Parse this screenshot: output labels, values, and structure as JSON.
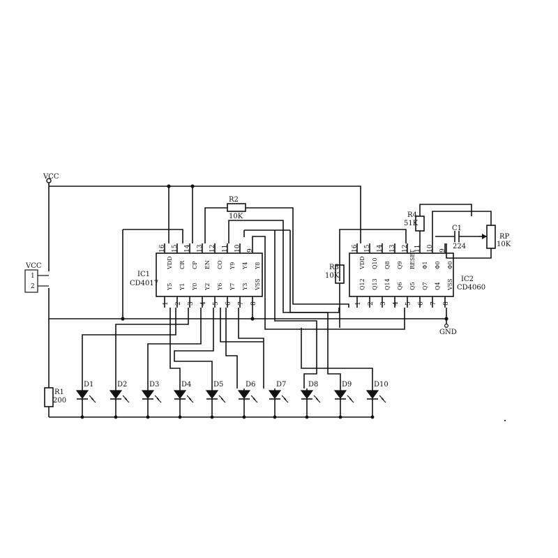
{
  "supply": {
    "vcc_top": "VCC",
    "connector": "VCC",
    "connector_pin1": "1",
    "connector_pin2": "2",
    "gnd": "GND"
  },
  "resistors": {
    "r1": {
      "name": "R1",
      "value": "200"
    },
    "r2": {
      "name": "R2",
      "value": "10K"
    },
    "r3": {
      "name": "R3",
      "value": "10K"
    },
    "r4": {
      "name": "R4",
      "value": "51K"
    },
    "rp": {
      "name": "RP",
      "value": "10K"
    }
  },
  "capacitor": {
    "name": "C1",
    "value": "224"
  },
  "ic1": {
    "name": "IC1",
    "part": "CD4017",
    "top_pins": [
      "16",
      "15",
      "14",
      "13",
      "12",
      "11",
      "10",
      "9"
    ],
    "top_names": [
      "VDD",
      "CR",
      "CP",
      "EN",
      "CO",
      "Y9",
      "Y4",
      "Y8"
    ],
    "bottom_pins": [
      "1",
      "2",
      "3",
      "4",
      "5",
      "6",
      "7",
      "8"
    ],
    "bottom_names": [
      "Y5",
      "Y1",
      "Y0",
      "Y2",
      "Y6",
      "Y7",
      "Y3",
      "VSS"
    ]
  },
  "ic2": {
    "name": "IC2",
    "part": "CD4060",
    "top_pins": [
      "16",
      "15",
      "14",
      "13",
      "12",
      "11",
      "10",
      "9"
    ],
    "top_names": [
      "VDD",
      "Q10",
      "Q8",
      "Q9",
      "RESET",
      "Φ1",
      "Φ0",
      "Φ0"
    ],
    "bottom_pins": [
      "1",
      "2",
      "3",
      "4",
      "5",
      "6",
      "7",
      "8"
    ],
    "bottom_names": [
      "Q12",
      "Q13",
      "Q14",
      "Q6",
      "Q5",
      "Q7",
      "Q4",
      "VSS"
    ]
  },
  "leds": [
    "D1",
    "D2",
    "D3",
    "D4",
    "D5",
    "D6",
    "D7",
    "D8",
    "D9",
    "D10"
  ]
}
